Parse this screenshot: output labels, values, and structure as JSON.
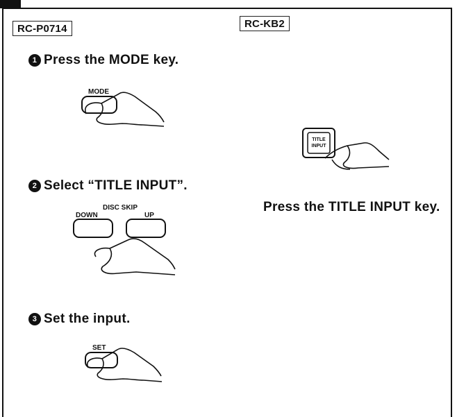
{
  "left_remote": {
    "label": "RC-P0714"
  },
  "right_remote": {
    "label": "RC-KB2"
  },
  "steps": [
    {
      "number": "1",
      "text": "Press the MODE key.",
      "key_label": "MODE"
    },
    {
      "number": "2",
      "text": "Select “TITLE INPUT”.",
      "group_label": "DISC SKIP",
      "key_down": "DOWN",
      "key_up": "UP"
    },
    {
      "number": "3",
      "text": "Set the input.",
      "key_label": "SET"
    }
  ],
  "kb2": {
    "key_label_line1": "TITLE",
    "key_label_line2": "INPUT",
    "instruction": "Press the TITLE INPUT key."
  }
}
